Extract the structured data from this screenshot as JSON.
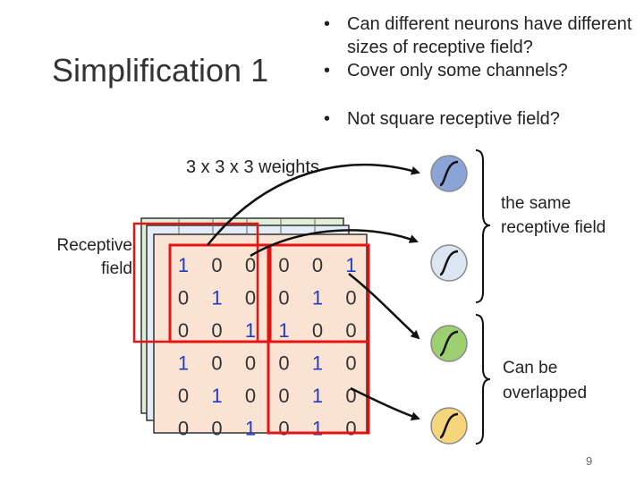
{
  "slide": {
    "title": "Simplification 1",
    "bullets": [
      "Can different neurons have different sizes of receptive field?",
      "Cover only some channels?"
    ],
    "bullet3": "Not square receptive field?",
    "weights_label": "3 x 3 x 3 weights",
    "receptive_field_label": "Receptive field",
    "same_rf_label": "the same receptive field",
    "overlap_label": "Can be overlapped",
    "page_number": "9"
  },
  "grid": {
    "rows": [
      [
        "1",
        "0",
        "0",
        "0",
        "0",
        "1"
      ],
      [
        "0",
        "1",
        "0",
        "0",
        "1",
        "0"
      ],
      [
        "0",
        "0",
        "1",
        "1",
        "0",
        "0"
      ],
      [
        "1",
        "0",
        "0",
        "0",
        "1",
        "0"
      ],
      [
        "0",
        "1",
        "0",
        "0",
        "1",
        "0"
      ],
      [
        "0",
        "0",
        "1",
        "0",
        "1",
        "0"
      ]
    ],
    "highlight_color": "#1f3fbf"
  },
  "neurons": [
    {
      "color": "#8aa4d8",
      "name": "neuron-blue"
    },
    {
      "color": "#dce6f2",
      "name": "neuron-light"
    },
    {
      "color": "#9ccf6f",
      "name": "neuron-green"
    },
    {
      "color": "#f7d57a",
      "name": "neuron-yellow"
    }
  ],
  "colors": {
    "red_box": "#e41414",
    "layer_back": "#dfefd6",
    "layer_mid": "#e3ecf7",
    "layer_front": "#fbe3d3"
  }
}
